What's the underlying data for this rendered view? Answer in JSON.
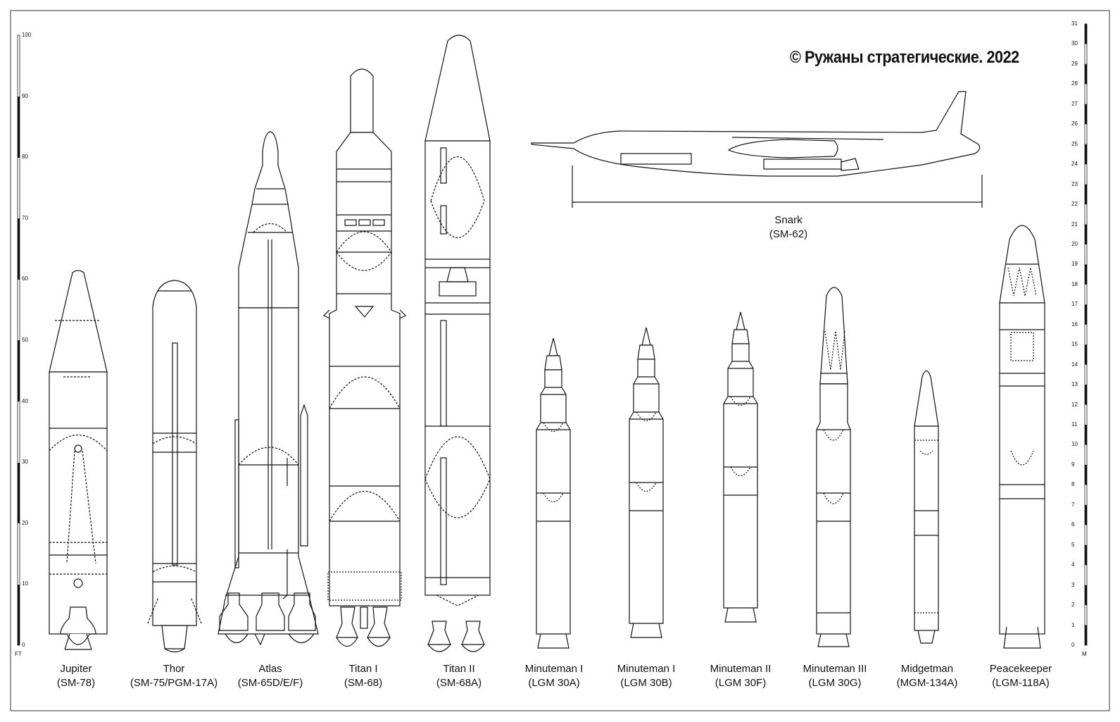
{
  "copyright": "© Ружаны стратегические. 2022",
  "scale_left": {
    "unit": "FT",
    "ticks": [
      "0",
      "10",
      "20",
      "30",
      "40",
      "50",
      "60",
      "70",
      "80",
      "90",
      "100"
    ]
  },
  "scale_right": {
    "unit": "M",
    "ticks": [
      "0",
      "1",
      "2",
      "3",
      "4",
      "5",
      "6",
      "7",
      "8",
      "9",
      "10",
      "11",
      "12",
      "13",
      "14",
      "15",
      "16",
      "17",
      "18",
      "19",
      "20",
      "21",
      "22",
      "23",
      "24",
      "25",
      "26",
      "27",
      "28",
      "29",
      "30",
      "31"
    ]
  },
  "missiles": [
    {
      "name": "Jupiter",
      "designation": "(SM-78)"
    },
    {
      "name": "Thor",
      "designation": "(SM-75/PGM-17A)"
    },
    {
      "name": "Atlas",
      "designation": "(SM-65D/E/F)"
    },
    {
      "name": "Titan I",
      "designation": "(SM-68)"
    },
    {
      "name": "Titan II",
      "designation": "(SM-68A)"
    },
    {
      "name": "Minuteman I",
      "designation": "(LGM 30A)"
    },
    {
      "name": "Minuteman I",
      "designation": "(LGM 30B)"
    },
    {
      "name": "Minuteman II",
      "designation": "(LGM 30F)"
    },
    {
      "name": "Minuteman III",
      "designation": "(LGM 30G)"
    },
    {
      "name": "Midgetman",
      "designation": "(MGM-134A)"
    },
    {
      "name": "Peacekeeper",
      "designation": "(LGM-118A)"
    }
  ],
  "snark": {
    "name": "Snark",
    "designation": "(SM-62)"
  }
}
